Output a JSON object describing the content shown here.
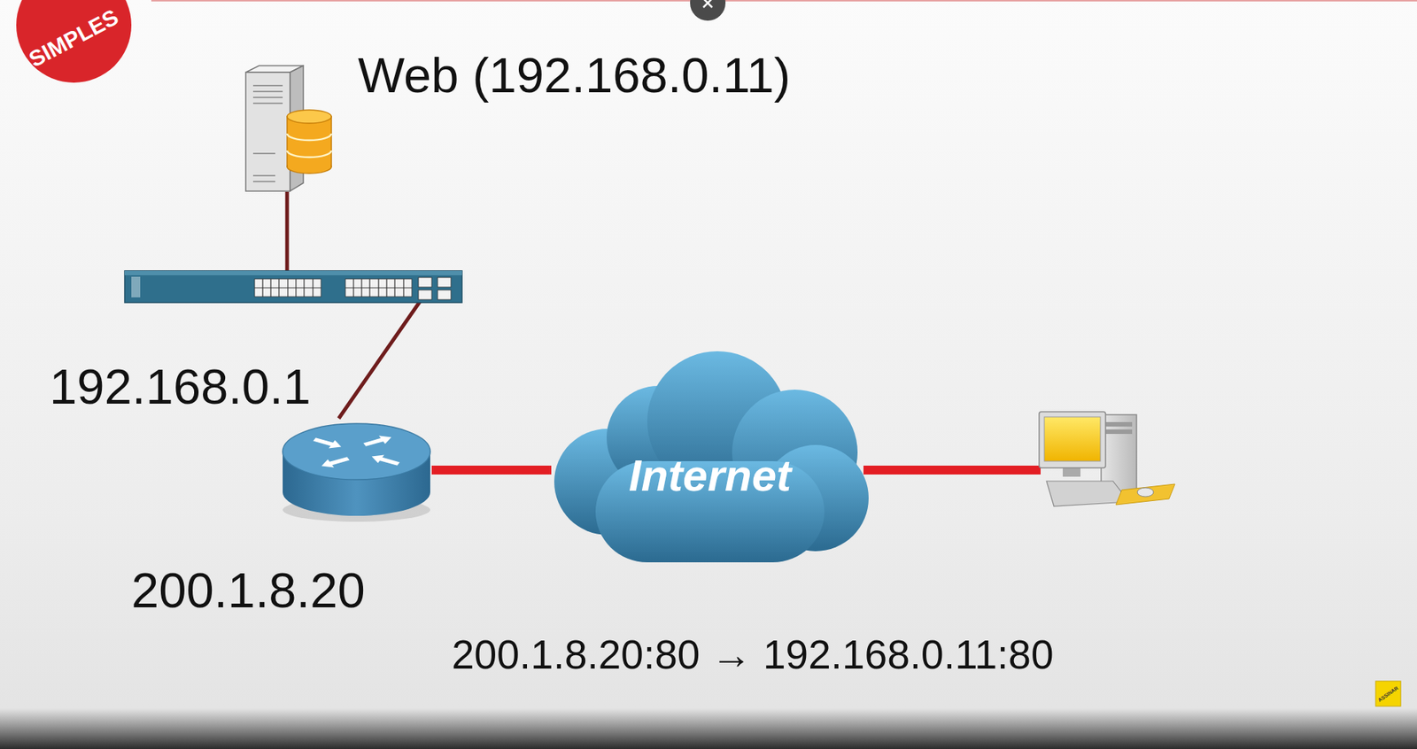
{
  "diagram": {
    "nodes": [
      {
        "text": [
          "Web (192.168.0.11)"
        ]
      },
      {
        "text": [
          "192.168.0.1",
          "200.1.8.20"
        ]
      },
      {
        "text": [
          "Internet"
        ]
      }
    ],
    "edges": [
      {
        "from": 0,
        "to": 1,
        "arrow": "none"
      },
      {
        "from": 1,
        "to": 2,
        "arrow": "none"
      }
    ],
    "labels": [
      "SIMPLES",
      "200.1.8.20:80 → 192.168.0.11:80",
      "ASSINAR"
    ]
  }
}
